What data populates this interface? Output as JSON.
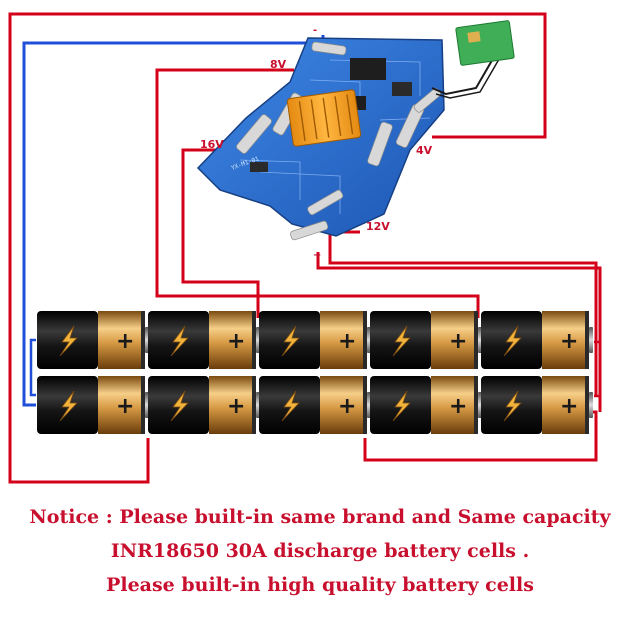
{
  "labels": {
    "v8": "8V",
    "v16": "16V",
    "v4": "4V",
    "v12": "12V",
    "pcb_minus": "-",
    "pcb_plus": "+",
    "pcb_code": "YX-M1-01"
  },
  "notice": {
    "line1": "Notice : Please built-in same brand and Same capacity",
    "line2": "INR18650 30A discharge  battery cells .",
    "line3": "Please built-in high quality battery cells"
  },
  "colors": {
    "wire_red": "#d4001a",
    "wire_blue": "#1f4fd8",
    "pcb": "#2a6fd1",
    "connector": "#f0a21e",
    "text_red": "#c8102e"
  },
  "battery_cells": {
    "count": 10,
    "rows": 2,
    "per_row": 5,
    "icon": "lightning-bolt-icon",
    "terminal_symbol": "+"
  }
}
